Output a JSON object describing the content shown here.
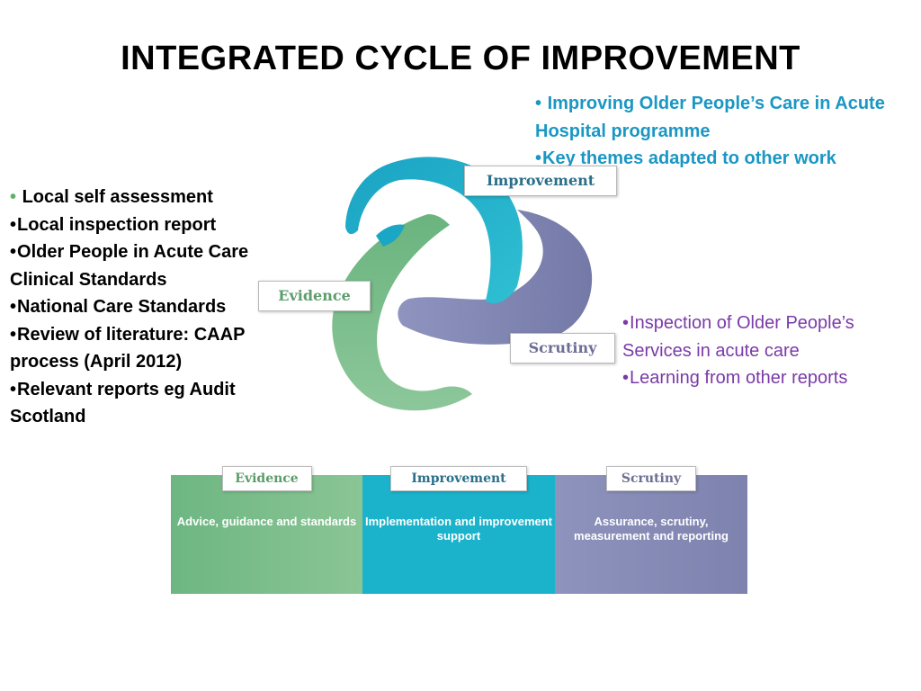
{
  "title": "INTEGRATED CYCLE OF IMPROVEMENT",
  "blue_bullets": [
    "Improving Older People’s Care in Acute Hospital programme",
    "Key themes adapted to other work"
  ],
  "black_bullets": [
    "Local self assessment",
    "Local inspection report",
    "Older People in Acute Care Clinical Standards",
    "National Care Standards",
    "Review of literature: CAAP process (April 2012)",
    "Relevant reports eg Audit Scotland"
  ],
  "purple_bullets": [
    "Inspection of Older People’s Services in acute care",
    "Learning from  other reports"
  ],
  "cycle_labels": {
    "improvement": "Improvement",
    "evidence": "Evidence",
    "scrutiny": "Scrutiny"
  },
  "panels": {
    "evidence": {
      "tag": "Evidence",
      "body": "Advice, guidance and standards"
    },
    "improvement": {
      "tag": "Improvement",
      "body": "Implementation and improvement support"
    },
    "scrutiny": {
      "tag": "Scrutiny",
      "body": "Assurance, scrutiny, measurement and reporting"
    }
  },
  "colors": {
    "teal": "#1ab3cb",
    "green": "#78bd8a",
    "purple": "#8589b5",
    "blue_text": "#1a97c4",
    "purple_text": "#7a3aa8"
  }
}
